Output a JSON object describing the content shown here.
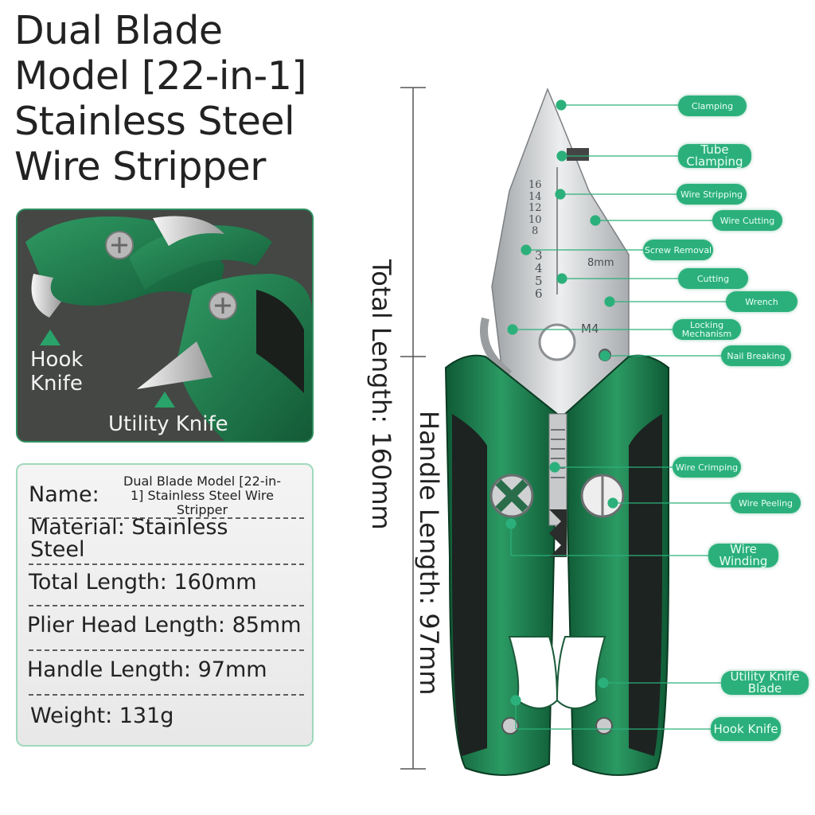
{
  "title": {
    "line1": "Dual Blade",
    "line2": "Model [22-in-1]",
    "line3": "Stainless Steel",
    "line4": "Wire Stripper"
  },
  "inset": {
    "hook_label_1": "Hook",
    "hook_label_2": "Knife",
    "utility_label": "Utility Knife"
  },
  "specs": {
    "name_key": "Name:",
    "name_value": "Dual Blade Model [22-in-1] Stainless Steel Wire Stripper",
    "material_1": "Material: Stainless",
    "material_2": "Steel",
    "total_length": "Total Length: 160mm",
    "plier_head_length": "Plier Head Length: 85mm",
    "handle_length": "Handle Length: 97mm",
    "weight": "Weight: 131g"
  },
  "dimensions": {
    "total": "Total Length: 160mm",
    "handle": "Handle Length: 97mm"
  },
  "tool_marks": {
    "gauge_numbers": [
      "16",
      "14",
      "12",
      "10",
      "8"
    ],
    "screw_numbers": [
      "3",
      "4",
      "5",
      "6"
    ],
    "wrench_size": "8mm",
    "bolt_size": "M4"
  },
  "features": {
    "clamping": "Clamping",
    "tube_clamping": "Tube Clamping",
    "wire_stripping": "Wire Stripping",
    "wire_cutting": "Wire Cutting",
    "screw_removal": "Screw Removal",
    "cutting": "Cutting",
    "wrench": "Wrench",
    "locking_mechanism": "Locking Mechanism",
    "nail_breaking": "Nail Breaking",
    "wire_crimping": "Wire Crimping",
    "wire_peeling": "Wire Peeling",
    "wire_winding": "Wire Winding",
    "utility_knife_blade": "Utility Knife Blade",
    "hook_knife": "Hook Knife"
  },
  "colors": {
    "handle_green": "#1f7a4c",
    "handle_dark": "#202624",
    "tag_green": "#2cb07b",
    "steel": "#c9cbcd"
  }
}
